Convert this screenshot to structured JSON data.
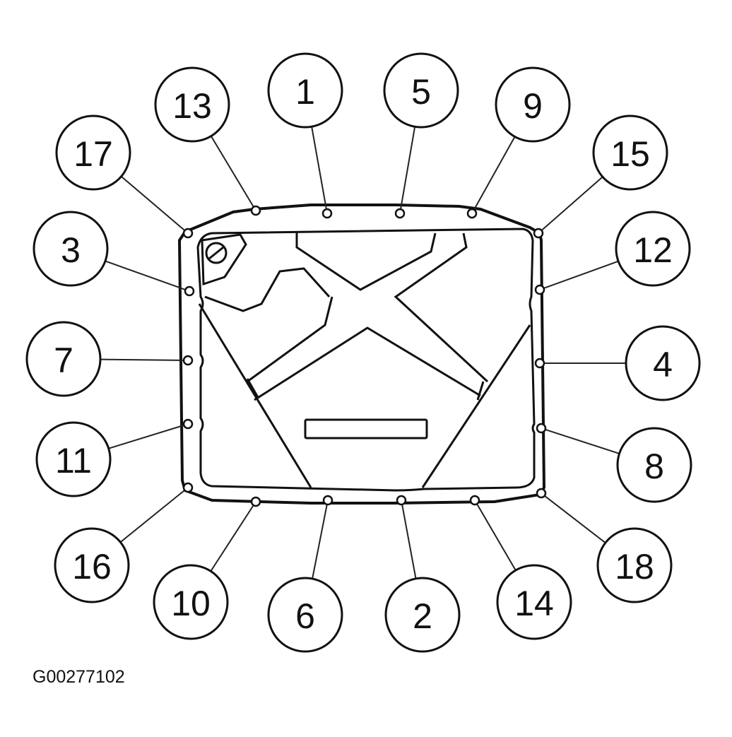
{
  "figure_id": "G00277102",
  "callouts": [
    {
      "label": "1"
    },
    {
      "label": "5"
    },
    {
      "label": "9"
    },
    {
      "label": "13"
    },
    {
      "label": "17"
    },
    {
      "label": "15"
    },
    {
      "label": "3"
    },
    {
      "label": "12"
    },
    {
      "label": "7"
    },
    {
      "label": "4"
    },
    {
      "label": "11"
    },
    {
      "label": "8"
    },
    {
      "label": "16"
    },
    {
      "label": "18"
    },
    {
      "label": "10"
    },
    {
      "label": "6"
    },
    {
      "label": "2"
    },
    {
      "label": "14"
    }
  ]
}
